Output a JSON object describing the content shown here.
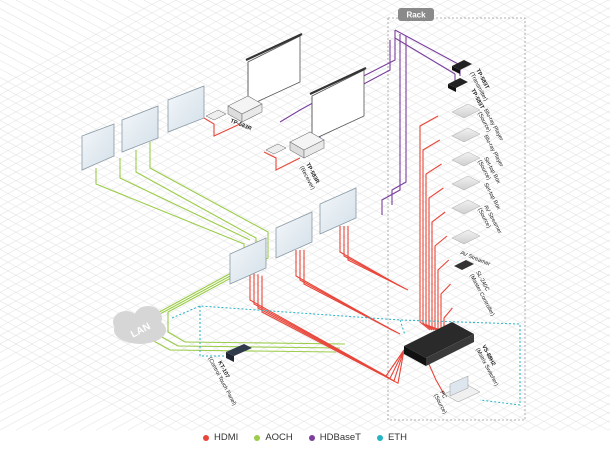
{
  "rack": {
    "label": "Rack"
  },
  "lan": {
    "label": "LAN"
  },
  "devices": {
    "tp583t": [
      "TP-583T",
      "(Transmitter)"
    ],
    "tp583t2": [
      "TP-583T"
    ],
    "bluray1": [
      "Blu-ray Player",
      "(Source)"
    ],
    "bluray2": [
      "Blu-ray Player"
    ],
    "settop1": [
      "Set-top Box",
      "(Source)"
    ],
    "settop2": [
      "Set-top Box"
    ],
    "avstream1": [
      "AV Streamer",
      "(Source)"
    ],
    "avstream2": [
      "AV Streamer"
    ],
    "sl240c": [
      "SL-240C",
      "(Master Controller)"
    ],
    "vs88h2": [
      "VS-88H2",
      "(Matrix Switcher)"
    ],
    "pc": [
      "PC",
      "(Source)"
    ],
    "kt107": [
      "KT-107",
      "(Control Touch Panel)"
    ],
    "tp583r_a": [
      "TP-583R"
    ],
    "tp583r_b": [
      "TP-583R",
      "(Receiver)"
    ]
  },
  "legend": [
    {
      "label": "HDMI",
      "color": "#e8463a"
    },
    {
      "label": "AOCH",
      "color": "#9ccc4a"
    },
    {
      "label": "HDBaseT",
      "color": "#7b3f9e"
    },
    {
      "label": "ETH",
      "color": "#26b3c4"
    }
  ],
  "colors": {
    "hdmi": "#e8463a",
    "aoch": "#9ccc4a",
    "hdbaset": "#7b3f9e",
    "eth": "#26b3c4",
    "grid": "#e4e4e4",
    "rack_tag": "#8a8a8a"
  }
}
